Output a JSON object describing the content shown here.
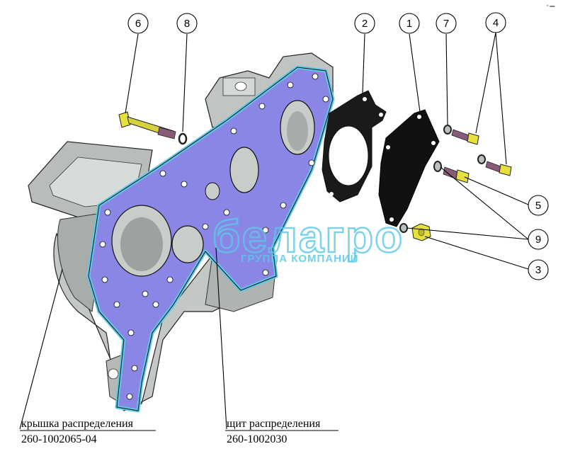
{
  "callouts": [
    {
      "id": "1",
      "label": "1"
    },
    {
      "id": "2",
      "label": "2"
    },
    {
      "id": "3",
      "label": "3"
    },
    {
      "id": "4",
      "label": "4"
    },
    {
      "id": "5",
      "label": "5"
    },
    {
      "id": "6",
      "label": "6"
    },
    {
      "id": "7",
      "label": "7"
    },
    {
      "id": "8",
      "label": "8"
    },
    {
      "id": "9",
      "label": "9"
    }
  ],
  "labels": {
    "cover_name": "крышка распределения",
    "cover_code": "260-1002065-04",
    "shield_name": "щит распределения",
    "shield_code": "260-1002030"
  },
  "watermark": {
    "main": "белагро",
    "sub": "ГРУППА КОМПАНИЙ"
  },
  "corner_mark": "▪ ▬",
  "colors": {
    "gasket": "#8a86e6",
    "gasket_edge": "#5fc8e8",
    "housing": "#c8ccc8",
    "watermark": "#5cc8e6"
  }
}
